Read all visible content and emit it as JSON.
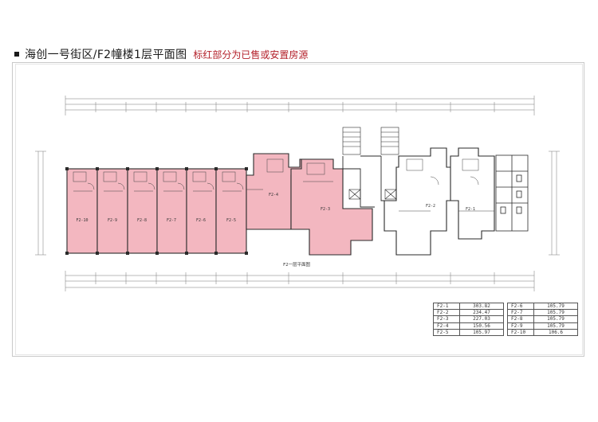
{
  "header": {
    "title": "海创一号街区/F2幢楼1层平面图",
    "note": "标红部分为已售或安置房源"
  },
  "colors": {
    "sold": "#f3b7c0",
    "wall": "#2a2a2a",
    "note_text": "#b3202a"
  },
  "plan": {
    "caption": "F2一层平面图",
    "units": [
      {
        "id": "F2-10",
        "sold": true
      },
      {
        "id": "F2-9",
        "sold": true
      },
      {
        "id": "F2-8",
        "sold": true
      },
      {
        "id": "F2-7",
        "sold": true
      },
      {
        "id": "F2-6",
        "sold": true
      },
      {
        "id": "F2-5",
        "sold": true
      },
      {
        "id": "F2-4",
        "sold": true
      },
      {
        "id": "F2-3",
        "sold": true
      },
      {
        "id": "F2-2",
        "sold": false
      },
      {
        "id": "F2-1",
        "sold": false
      }
    ]
  },
  "area_table": [
    {
      "unit": "F2-1",
      "area": "303.82",
      "unit2": "F2-6",
      "area2": "105.79"
    },
    {
      "unit": "F2-2",
      "area": "234.47",
      "unit2": "F2-7",
      "area2": "105.79"
    },
    {
      "unit": "F2-3",
      "area": "227.03",
      "unit2": "F2-8",
      "area2": "105.79"
    },
    {
      "unit": "F2-4",
      "area": "150.56",
      "unit2": "F2-9",
      "area2": "105.79"
    },
    {
      "unit": "F2-5",
      "area": "105.97",
      "unit2": "F2-10",
      "area2": "106.6"
    }
  ]
}
